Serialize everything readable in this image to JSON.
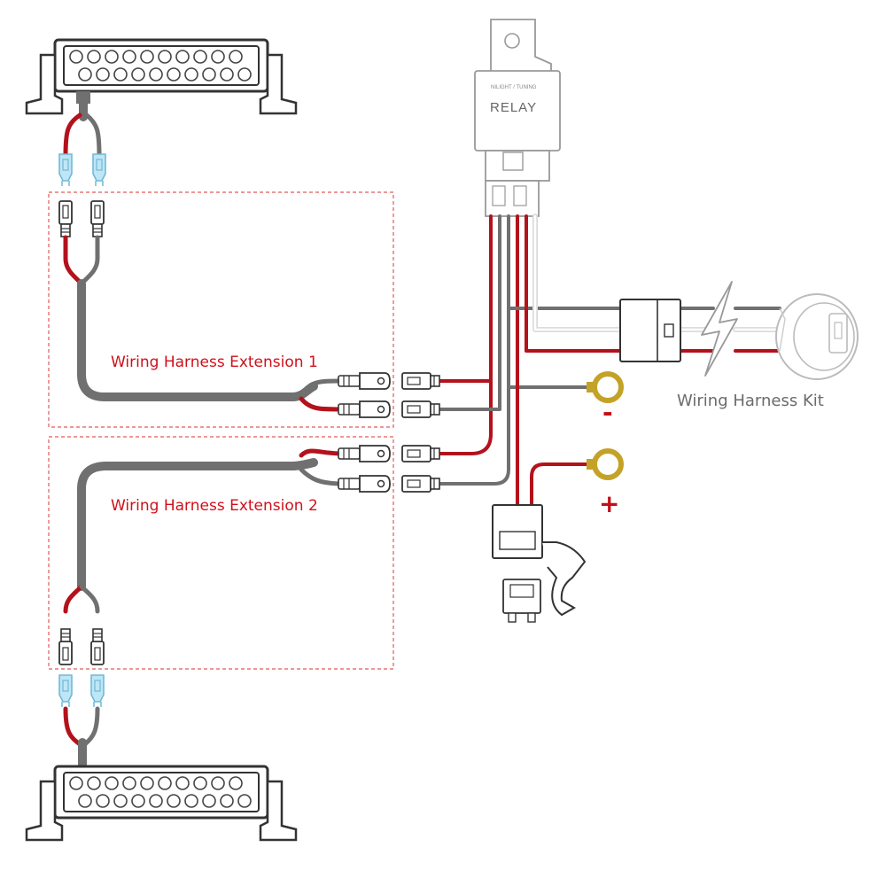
{
  "labels": {
    "extension_1": "Wiring Harness Extension 1",
    "extension_2": "Wiring Harness Extension 2",
    "harness_kit": "Wiring Harness Kit",
    "relay": "RELAY",
    "relay_brand": "NILIGHT / TUNING",
    "negative": "-",
    "positive": "+"
  },
  "colors": {
    "positive_wire": "#b3121c",
    "ground_wire": "#707070",
    "connector_blue": "#7ec9e6",
    "terminal_ring": "#c4a227",
    "extension_box": "#e05a5a"
  },
  "icons": {
    "light_bar": "led-light-bar-icon",
    "relay": "relay-icon",
    "switch": "rocker-switch-icon",
    "fuse": "fuse-icon",
    "terminal": "ring-terminal-icon",
    "lightning": "lightning-bolt-icon"
  }
}
